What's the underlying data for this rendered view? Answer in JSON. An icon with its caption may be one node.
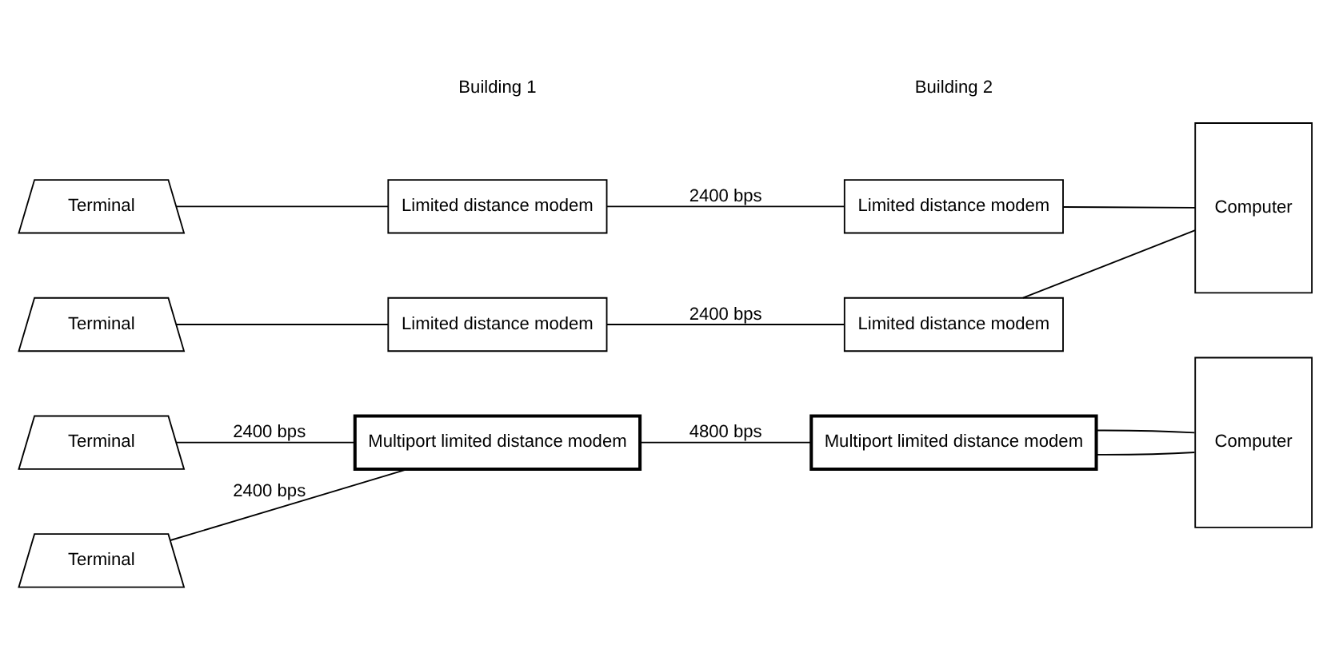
{
  "diagram": {
    "nodes": [
      {
        "text": [
          "Terminal"
        ]
      },
      {
        "text": [
          "Limited distance modem"
        ]
      },
      {
        "text": [
          "Limited distance modem"
        ]
      },
      {
        "text": [
          "Computer"
        ]
      },
      {
        "text": [
          "Terminal"
        ]
      },
      {
        "text": [
          "Limited distance modem"
        ]
      },
      {
        "text": [
          "Limited distance modem"
        ]
      },
      {
        "text": [
          "Terminal"
        ]
      },
      {
        "text": [
          "Terminal"
        ]
      },
      {
        "text": [
          "Multiport limited distance modem"
        ]
      },
      {
        "text": [
          "Multiport limited distance modem"
        ]
      },
      {
        "text": [
          "Computer"
        ]
      }
    ],
    "edges": [
      {
        "from": 0,
        "to": 1,
        "arrow": "none"
      },
      {
        "from": 1,
        "to": 2,
        "arrow": "none",
        "label": "2400 bps"
      },
      {
        "from": 2,
        "to": 3,
        "arrow": "none"
      },
      {
        "from": 4,
        "to": 5,
        "arrow": "none"
      },
      {
        "from": 5,
        "to": 6,
        "arrow": "none",
        "label": "2400 bps"
      },
      {
        "from": 6,
        "to": 3,
        "arrow": "none"
      },
      {
        "from": 7,
        "to": 9,
        "arrow": "none",
        "label": "2400 bps"
      },
      {
        "from": 8,
        "to": 9,
        "arrow": "none",
        "label": "2400 bps"
      },
      {
        "from": 9,
        "to": 10,
        "arrow": "none",
        "label": "4800 bps"
      },
      {
        "from": 10,
        "to": 11,
        "arrow": "none"
      },
      {
        "from": 10,
        "to": 11,
        "arrow": "none"
      }
    ],
    "labels": [
      "Building 1",
      "Building 2"
    ]
  }
}
